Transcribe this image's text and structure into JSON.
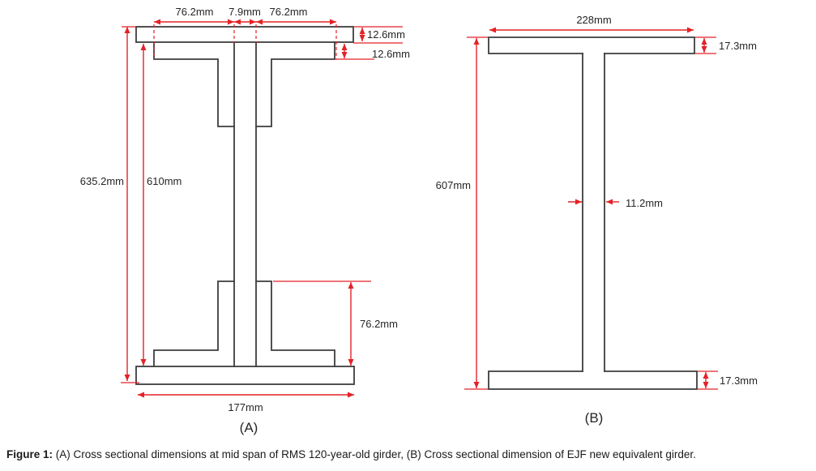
{
  "caption": {
    "prefix": "Figure 1:",
    "text": " (A) Cross sectional dimensions at mid span of RMS 120-year-old girder, (B) Cross sectional dimension of EJF new equivalent girder."
  },
  "colors": {
    "dimension_red": "#e32227",
    "outline_gray": "#3d3d3d",
    "text_dark": "#262626",
    "background": "#ffffff"
  },
  "girder_a": {
    "label": "(A)",
    "dimensions": {
      "top_flange_left_width": "76.2mm",
      "web_gap": "7.9mm",
      "top_flange_right_width": "76.2mm",
      "cover_plate_thickness": "12.6mm",
      "flange_angle_thickness": "12.6mm",
      "overall_depth": "635.2mm",
      "web_depth": "610mm",
      "bottom_angle_leg_height": "76.2mm",
      "flange_width": "177mm"
    }
  },
  "girder_b": {
    "label": "(B)",
    "dimensions": {
      "flange_width": "228mm",
      "top_flange_thickness": "17.3mm",
      "overall_depth": "607mm",
      "web_thickness": "11.2mm",
      "bottom_flange_thickness": "17.3mm"
    }
  }
}
